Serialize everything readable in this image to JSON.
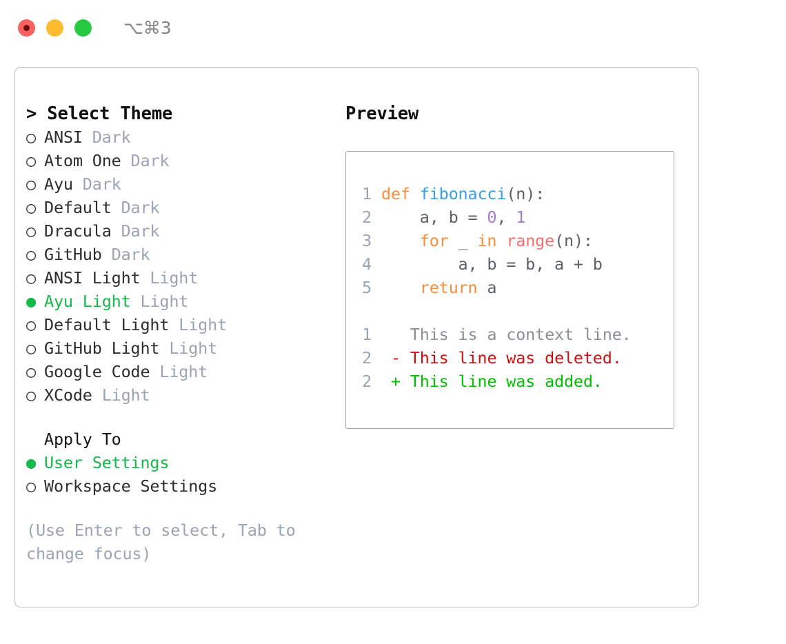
{
  "titlebar": {
    "shortcut": "⌥⌘3",
    "lights": [
      {
        "name": "close-button",
        "color": "#f9625e"
      },
      {
        "name": "minimize-button",
        "color": "#fdbc2f"
      },
      {
        "name": "maximize-button",
        "color": "#26c93f"
      }
    ]
  },
  "theme_section": {
    "heading": "> Select Theme",
    "items": [
      {
        "marker": "○",
        "label": "ANSI",
        "suffix": " Dark",
        "selected": false
      },
      {
        "marker": "○",
        "label": "Atom One",
        "suffix": " Dark",
        "selected": false
      },
      {
        "marker": "○",
        "label": "Ayu",
        "suffix": " Dark",
        "selected": false
      },
      {
        "marker": "○",
        "label": "Default",
        "suffix": " Dark",
        "selected": false
      },
      {
        "marker": "○",
        "label": "Dracula",
        "suffix": " Dark",
        "selected": false
      },
      {
        "marker": "○",
        "label": "GitHub",
        "suffix": " Dark",
        "selected": false
      },
      {
        "marker": "○",
        "label": "ANSI Light",
        "suffix": " Light",
        "selected": false
      },
      {
        "marker": "●",
        "label": "Ayu Light",
        "suffix": " Light",
        "selected": true
      },
      {
        "marker": "○",
        "label": "Default Light",
        "suffix": " Light",
        "selected": false
      },
      {
        "marker": "○",
        "label": "GitHub Light",
        "suffix": " Light",
        "selected": false
      },
      {
        "marker": "○",
        "label": "Google Code",
        "suffix": " Light",
        "selected": false
      },
      {
        "marker": "○",
        "label": "XCode",
        "suffix": " Light",
        "selected": false
      }
    ]
  },
  "apply_section": {
    "heading": "Apply To",
    "items": [
      {
        "marker": "●",
        "label": "User Settings",
        "selected": true
      },
      {
        "marker": "○",
        "label": "Workspace Settings",
        "selected": false
      }
    ]
  },
  "hint": "(Use Enter to select, Tab to change focus)",
  "preview": {
    "heading": "Preview",
    "code_lines": [
      {
        "num": "1",
        "tokens": [
          {
            "t": " ",
            "c": "pln"
          },
          {
            "t": "def",
            "c": "kw"
          },
          {
            "t": " ",
            "c": "pln"
          },
          {
            "t": "fibonacci",
            "c": "fn"
          },
          {
            "t": "(n):",
            "c": "punc"
          }
        ]
      },
      {
        "num": "2",
        "tokens": [
          {
            "t": "     a, b = ",
            "c": "pln"
          },
          {
            "t": "0",
            "c": "num"
          },
          {
            "t": ", ",
            "c": "pln"
          },
          {
            "t": "1",
            "c": "num"
          }
        ]
      },
      {
        "num": "3",
        "tokens": [
          {
            "t": "     ",
            "c": "pln"
          },
          {
            "t": "for",
            "c": "kw"
          },
          {
            "t": " _ ",
            "c": "pln"
          },
          {
            "t": "in",
            "c": "kw"
          },
          {
            "t": " ",
            "c": "pln"
          },
          {
            "t": "range",
            "c": "call"
          },
          {
            "t": "(n):",
            "c": "punc"
          }
        ]
      },
      {
        "num": "4",
        "tokens": [
          {
            "t": "         a, b = b, a + b",
            "c": "pln"
          }
        ]
      },
      {
        "num": "5",
        "tokens": [
          {
            "t": "     ",
            "c": "pln"
          },
          {
            "t": "return",
            "c": "kw"
          },
          {
            "t": " a",
            "c": "pln"
          }
        ]
      }
    ],
    "diff_lines": [
      {
        "num": "1",
        "sign": "  ",
        "text": "This is a context line.",
        "kind": "diff-ctx"
      },
      {
        "num": "2",
        "sign": "- ",
        "text": "This line was deleted.",
        "kind": "diff-del"
      },
      {
        "num": "2",
        "sign": "+ ",
        "text": "This line was added.",
        "kind": "diff-add"
      }
    ]
  },
  "colors": {
    "accent_green": "#15b84a",
    "muted_gray": "#9ba4b4",
    "keyword_orange": "#fa8d3e",
    "function_blue": "#399ee6",
    "number_purple": "#a37acc",
    "call_red": "#f07171",
    "diff_delete": "#cc1111",
    "diff_add": "#00c000",
    "panel_border": "#b6bbc7",
    "preview_border": "#9aa3b5"
  }
}
